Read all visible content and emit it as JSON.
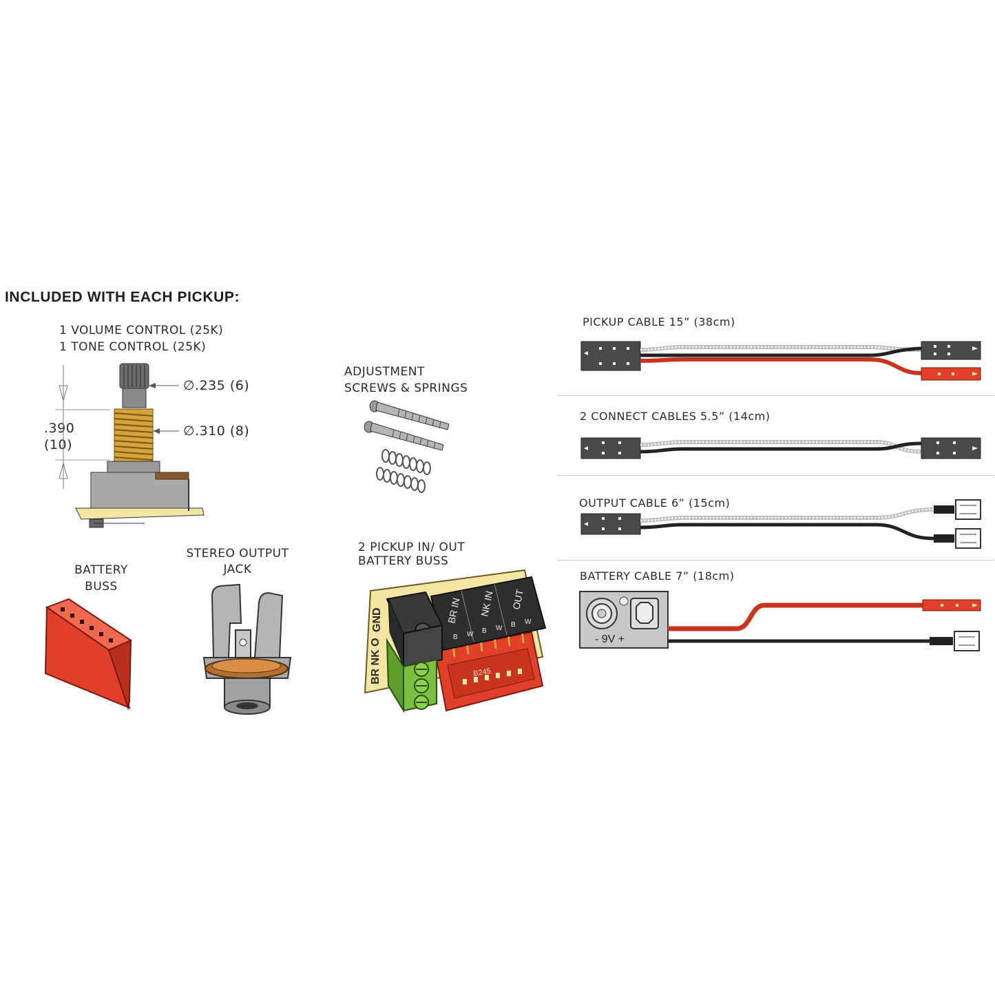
{
  "heading": "INCLUDED WITH EACH PICKUP:",
  "controls": {
    "line1": "1 VOLUME CONTROL (25K)",
    "line2": "1 TONE CONTROL (25K)",
    "dim_shaft": "∅.235 (6)",
    "dim_thread": "∅.310 (8)",
    "dim_height_in": ".390",
    "dim_height_mm": "(10)"
  },
  "screws": {
    "line1": "ADJUSTMENT",
    "line2": "SCREWS & SPRINGS"
  },
  "battery_buss": {
    "line1": "BATTERY",
    "line2": "BUSS"
  },
  "jack": {
    "line1": "STEREO OUTPUT",
    "line2": "JACK"
  },
  "io_buss": {
    "line1": "2 PICKUP IN/ OUT",
    "line2": "BATTERY BUSS",
    "side_label_1": "BR NK O",
    "side_label_2": "GND",
    "col_labels": [
      "BR IN",
      "NK IN",
      "OUT"
    ],
    "pin_labels": [
      "B",
      "W",
      "B",
      "W",
      "B",
      "W"
    ],
    "part_number": "B245"
  },
  "cables": [
    {
      "label": "PICKUP CABLE 15” (38cm)"
    },
    {
      "label": "2 CONNECT CABLES 5.5” (14cm)"
    },
    {
      "label": "OUTPUT CABLE 6” (15cm)"
    },
    {
      "label": "BATTERY CABLE 7” (18cm)",
      "connector_text": "-  9V  +"
    }
  ],
  "colors": {
    "red": "#e0402a",
    "wire_red": "#c8341f",
    "dark_connector": "#4a4a4a",
    "green": "#7cbf3f",
    "cream": "#f3e6a2",
    "gold": "#d4a53c"
  }
}
